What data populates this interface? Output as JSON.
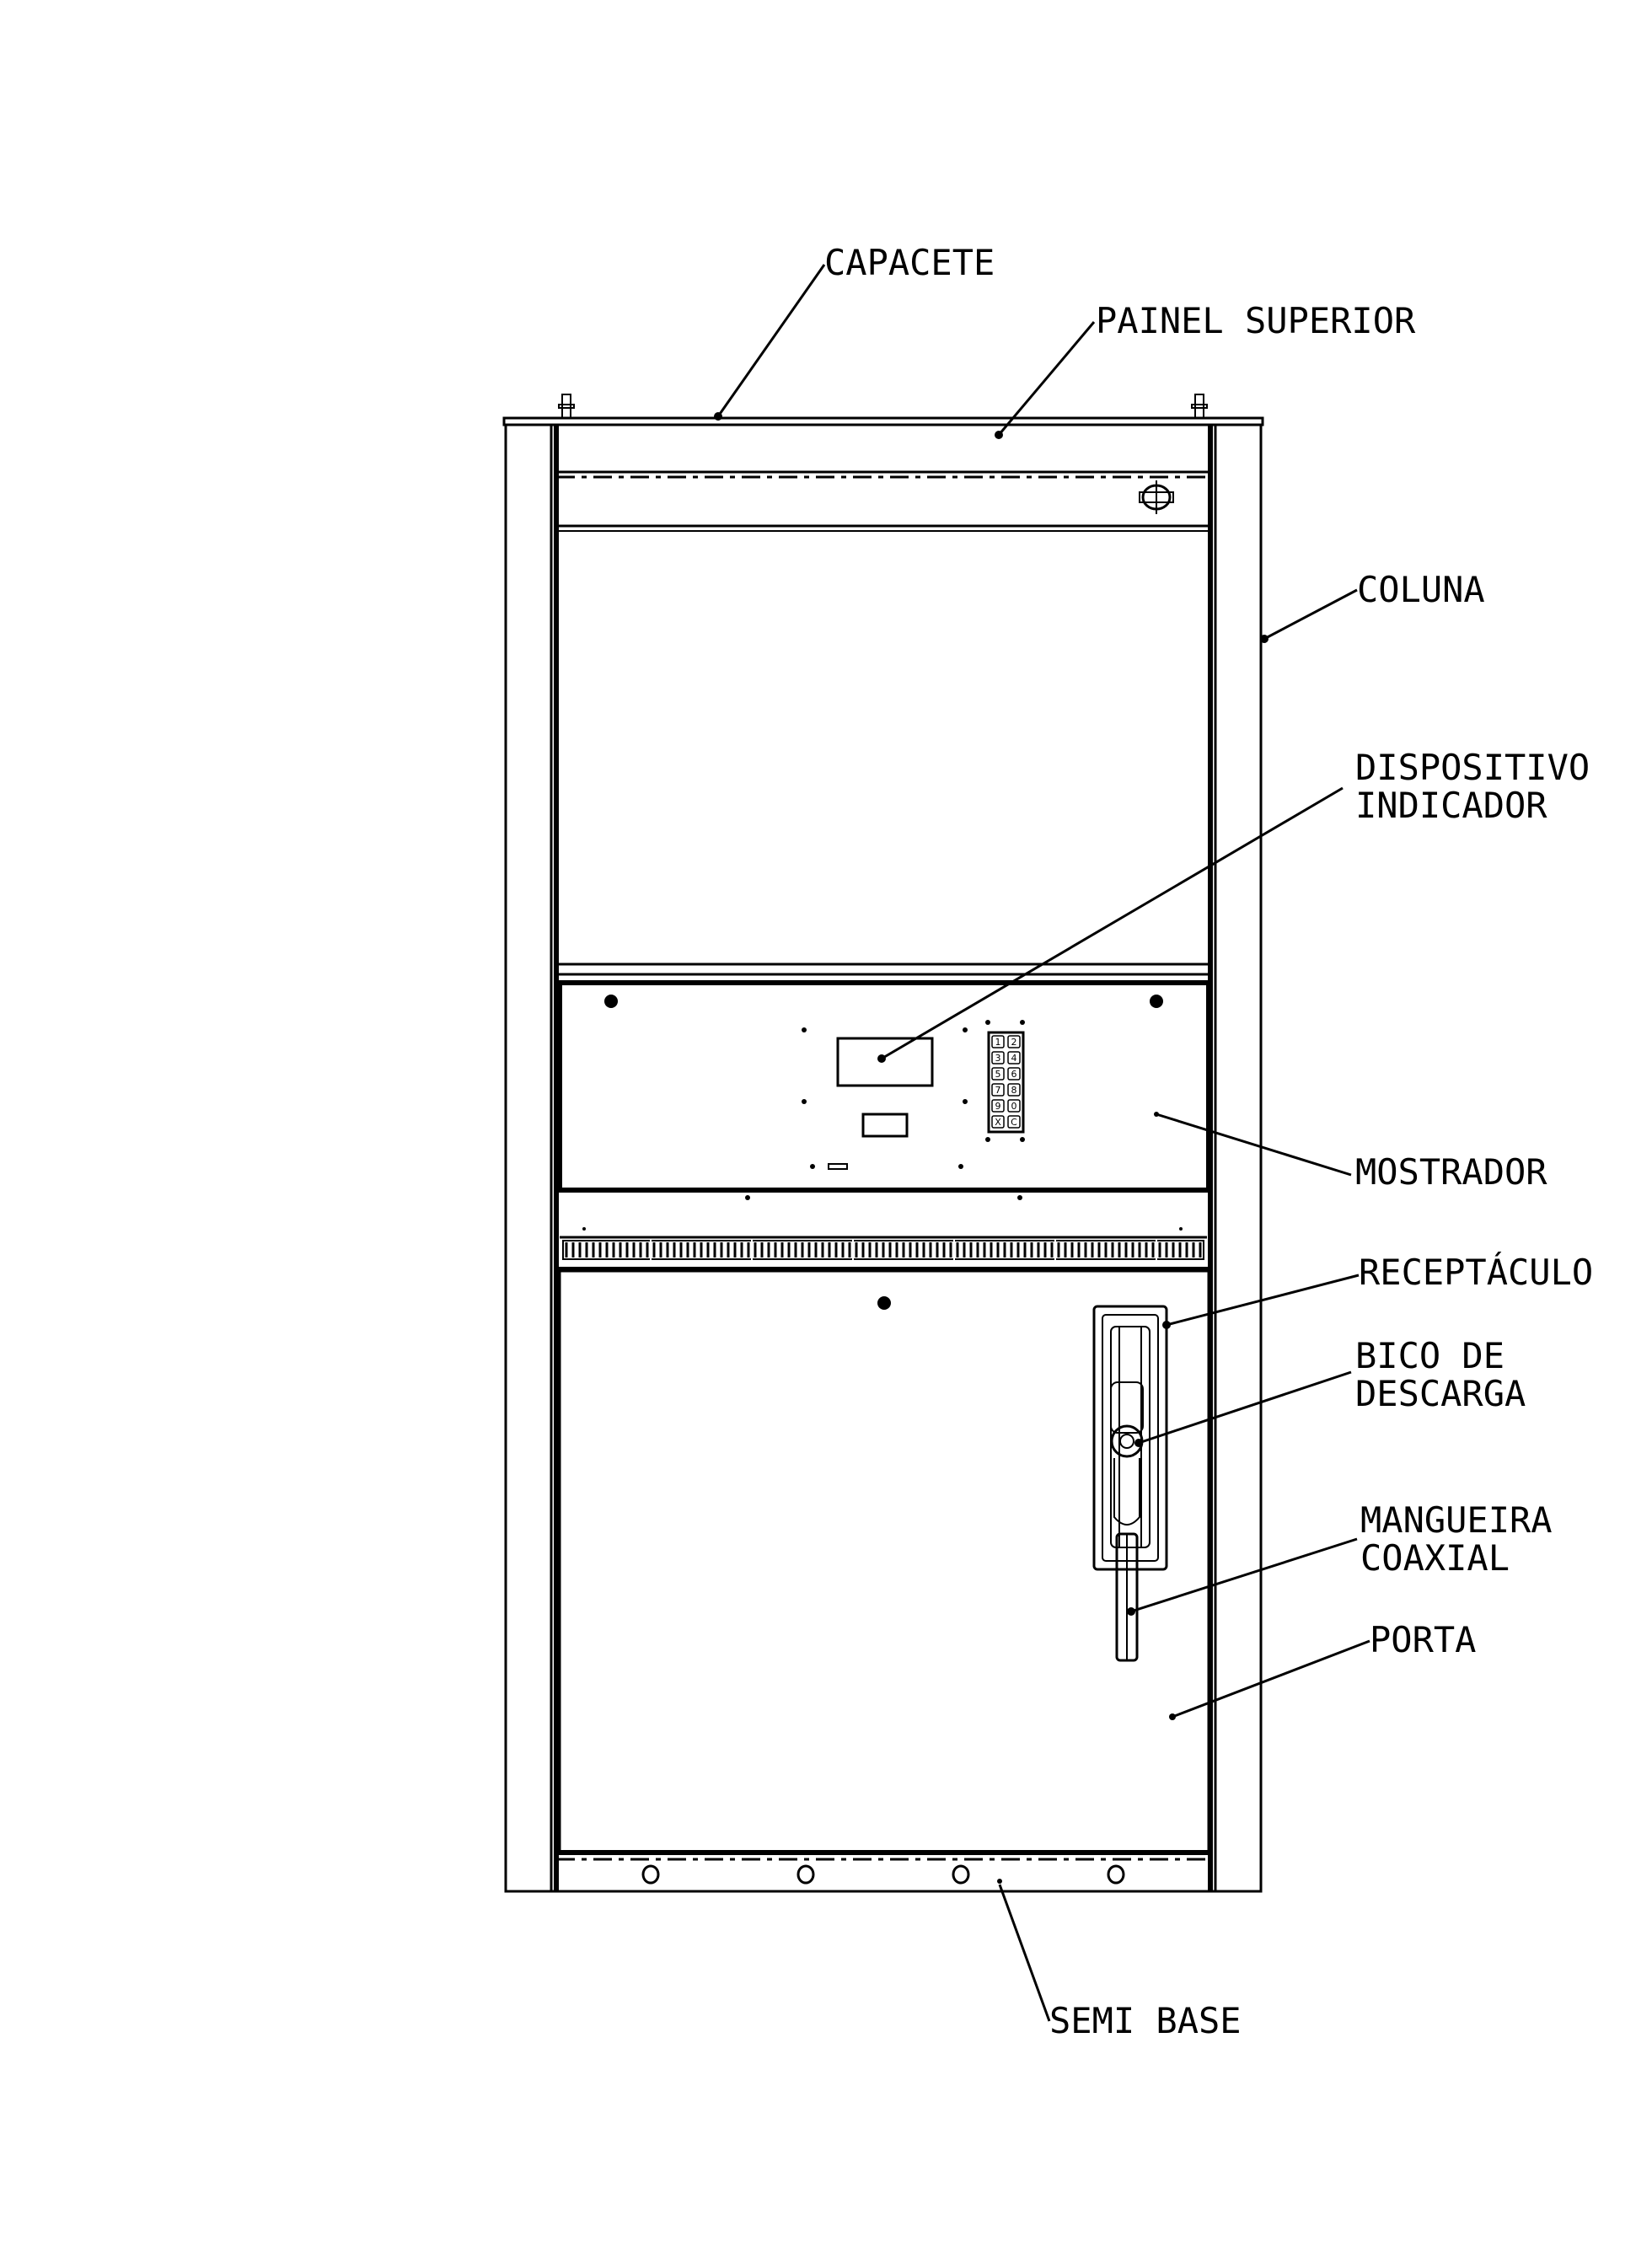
{
  "labels": {
    "capacete": "CAPACETE",
    "painel_superior": "PAINEL SUPERIOR",
    "coluna": "COLUNA",
    "dispositivo_1": "DISPOSITIVO",
    "dispositivo_2": "INDICADOR",
    "mostrador": "MOSTRADOR",
    "receptaculo": "RECEPTÁCULO",
    "bico_1": "BICO DE",
    "bico_2": "DESCARGA",
    "mangueira_1": "MANGUEIRA",
    "mangueira_2": "COAXIAL",
    "porta": "PORTA",
    "semi_base": "SEMI BASE"
  },
  "keypad": [
    "1",
    "2",
    "3",
    "4",
    "5",
    "6",
    "7",
    "8",
    "9",
    "0",
    "X",
    "C"
  ]
}
